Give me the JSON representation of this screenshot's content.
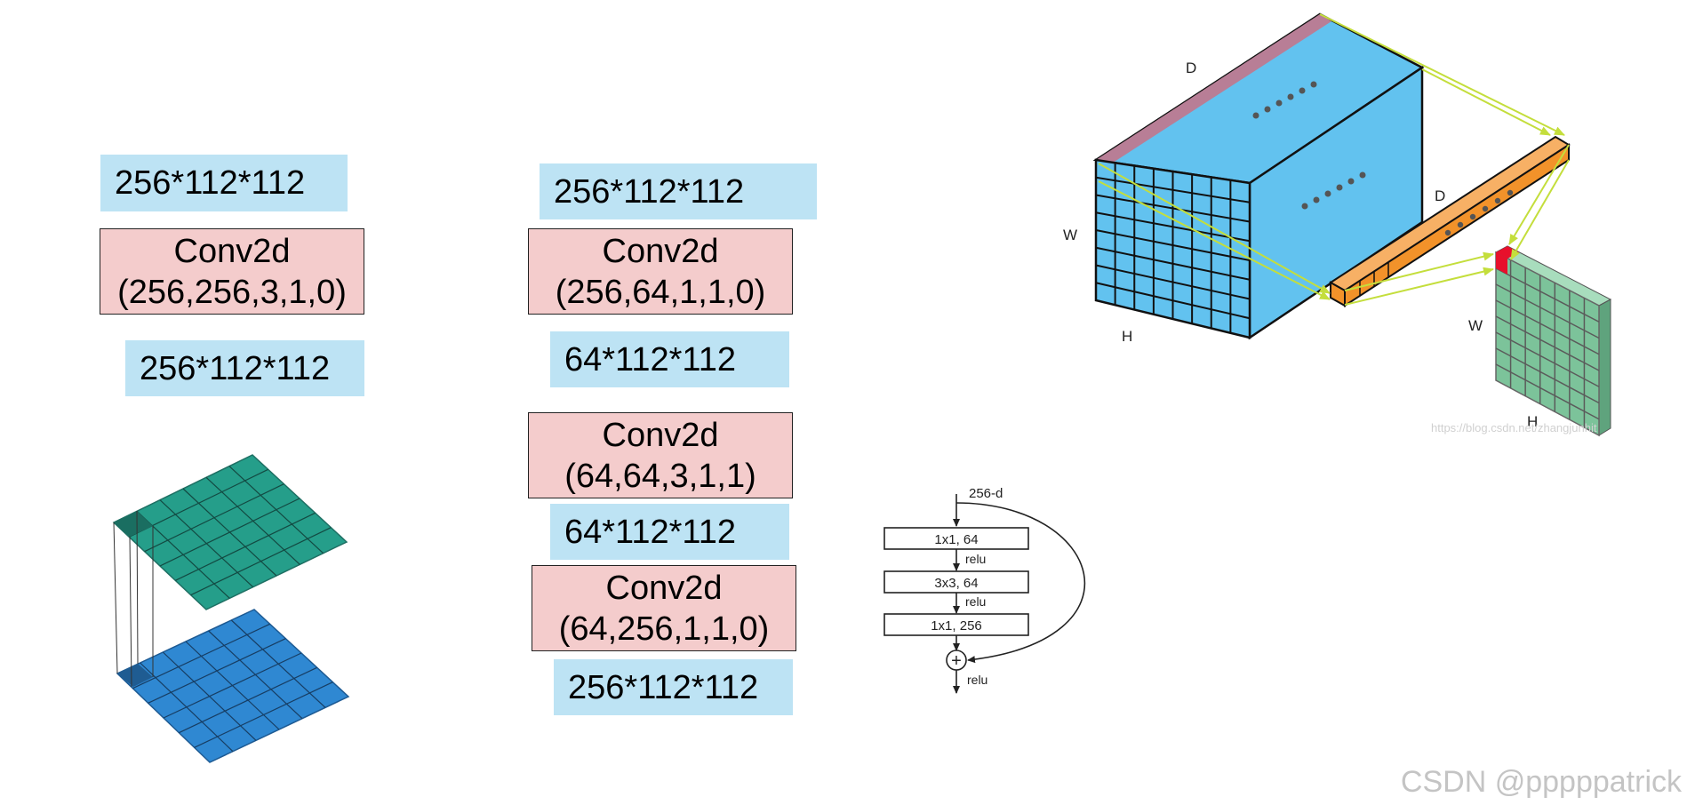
{
  "column1": {
    "input_size": "256*112*112",
    "conv": {
      "name": "Conv2d",
      "params": "(256,256,3,1,0)"
    },
    "output_size": "256*112*112"
  },
  "column2": {
    "input_size": "256*112*112",
    "conv1": {
      "name": "Conv2d",
      "params": "(256,64,1,1,0)"
    },
    "mid1_size": "64*112*112",
    "conv2": {
      "name": "Conv2d",
      "params": "(64,64,3,1,1)"
    },
    "mid2_size": "64*112*112",
    "conv3": {
      "name": "Conv2d",
      "params": "(64,256,1,1,0)"
    },
    "output_size": "256*112*112"
  },
  "bottleneck_block": {
    "input_label": "256-d",
    "layers": [
      "1x1, 64",
      "3x3, 64",
      "1x1, 256"
    ],
    "activation": "relu",
    "add_symbol": "+"
  },
  "pointwise_figure": {
    "input_labels": {
      "depth": "D",
      "width": "W",
      "height": "H"
    },
    "kernel_label": "D",
    "output_labels": {
      "width": "W",
      "height": "H"
    },
    "source_watermark": "https://blog.csdn.net/zhangjunhit"
  },
  "colors": {
    "size_box": "#bde3f4",
    "conv_box": "#f4cccc",
    "teal_grid": "#259e8a",
    "blue_grid": "#2f88d2",
    "volume_blue": "#62c2ef",
    "volume_mauve": "#b87e96",
    "kernel_orange": "#f2922a",
    "output_green": "#7cc39a",
    "output_red": "#e8102b",
    "arrow_yellow": "#c4de3c"
  },
  "watermark": "CSDN @pppppatrick"
}
